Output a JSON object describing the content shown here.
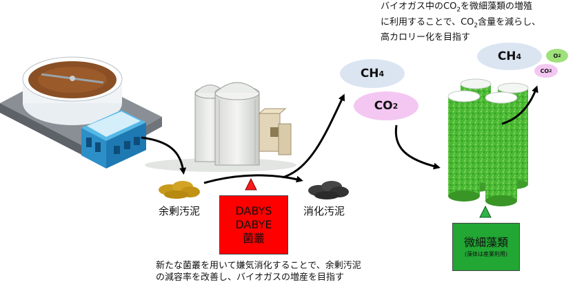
{
  "top_note": {
    "line1_a": "バイオガス中のCO",
    "line1_sub": "2",
    "line1_b": "を微細藻類の増殖",
    "line2_a": "に利用することで、CO",
    "line2_sub": "2",
    "line2_b": "含量を減らし、",
    "line3": "高カロリー化を目指す"
  },
  "labels": {
    "excess_sludge": "余剰汚泥",
    "digested_sludge": "消化汚泥"
  },
  "gas": {
    "ch4_main": "CH",
    "ch4_sub": "4",
    "co2_main": "CO",
    "co2_sub": "2",
    "ch4_small": "CH",
    "ch4_small_sub": "4",
    "o2_small": "O",
    "o2_small_sub": "2",
    "co2_small": "CO",
    "co2_small_sub": "2"
  },
  "dabys_box": {
    "line1": "DABYS",
    "line2": "DABYE",
    "line3": "菌叢"
  },
  "algae_box": {
    "title": "微細藻類",
    "subtitle": "(藻体は産業利用)"
  },
  "bottom_note": {
    "line1": "新たな菌叢を用いて嫌気消化することで、余剰汚泥",
    "line2": "の減容率を改善し、バイオガスの増産を目指す"
  },
  "colors": {
    "ch4_ellipse": "#dbe5f1",
    "co2_ellipse": "#f4c7f2",
    "o2_ellipse": "#9ee07a",
    "dabys_red": "#ff0000",
    "algae_green": "#22a634",
    "excess_sludge": "#c89a1c",
    "digested_sludge": "#3c3c3c"
  }
}
